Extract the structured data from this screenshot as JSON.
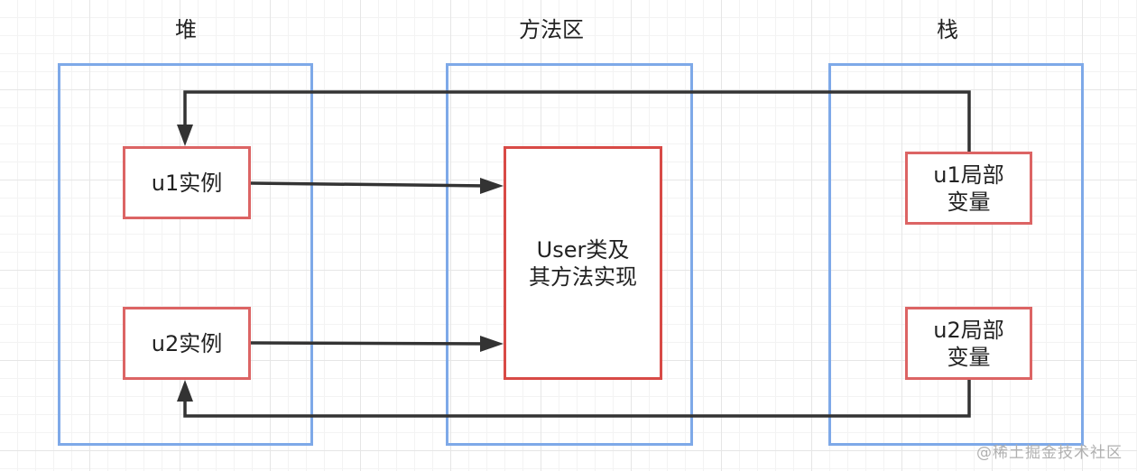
{
  "regions": {
    "heap": {
      "title": "堆"
    },
    "method_area": {
      "title": "方法区"
    },
    "stack": {
      "title": "栈"
    }
  },
  "nodes": {
    "u1_instance": {
      "label": "u1实例"
    },
    "u2_instance": {
      "label": "u2实例"
    },
    "user_class": {
      "line1": "User类及",
      "line2": "其方法实现"
    },
    "u1_local": {
      "line1": "u1局部",
      "line2": "变量"
    },
    "u2_local": {
      "line1": "u2局部",
      "line2": "变量"
    }
  },
  "colors": {
    "region_border": "#7ea9e8",
    "node_border": "#dc6464",
    "arrow": "#333333"
  },
  "watermark": "@稀土掘金技术社区"
}
